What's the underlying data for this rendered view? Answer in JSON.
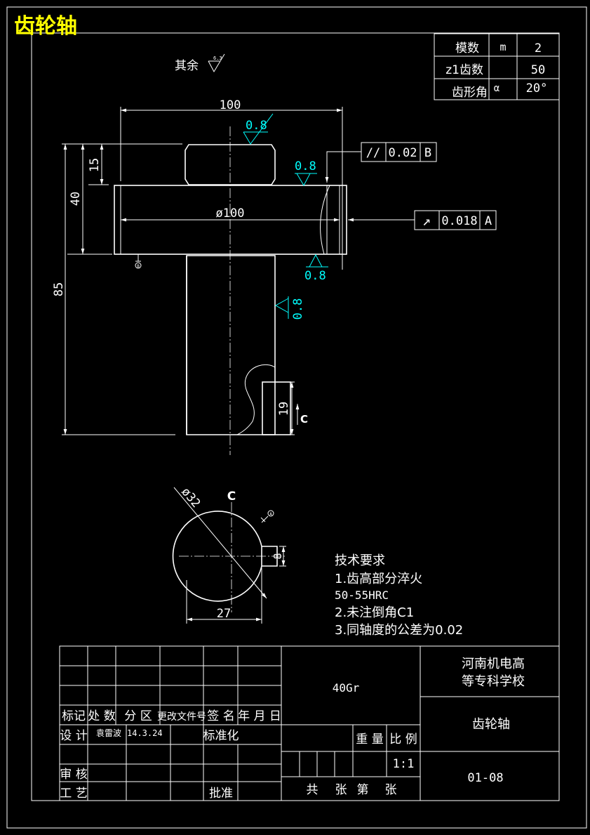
{
  "title": "齿轮轴",
  "roughness_note": {
    "label": "其余",
    "value": "6.3"
  },
  "gear_params": [
    {
      "name": "模数",
      "symbol": "m",
      "value": "2"
    },
    {
      "name": "z1齿数",
      "symbol": "",
      "value": "50"
    },
    {
      "name": "齿形角",
      "symbol": "α",
      "value": "20°"
    }
  ],
  "dimensions": {
    "width": "100",
    "gear_thickness": "40",
    "hub_height": "15",
    "total_length": "85",
    "gear_diameter": "ø100",
    "keyway_length": "19",
    "shaft_diameter": "ø32",
    "keyway_depth": "27",
    "keyway_width": "8"
  },
  "roughness_marks": [
    "0.8",
    "0.8",
    "0.8",
    "0.8"
  ],
  "tolerances": [
    {
      "symbol": "//",
      "value": "0.02",
      "datum": "B"
    },
    {
      "symbol": "↗",
      "value": "0.018",
      "datum": "A"
    }
  ],
  "section_label": "C",
  "datum_labels": {
    "a": "A",
    "b": "B"
  },
  "tech_requirements": {
    "heading": "技术要求",
    "lines": [
      "1.齿高部分淬火",
      "50-55HRC",
      "2.未注倒角C1",
      "3.同轴度的公差为0.02"
    ]
  },
  "title_block": {
    "material": "40Gr",
    "school": [
      "河南机电高",
      "等专科学校"
    ],
    "part_name": "齿轮轴",
    "drawing_no": "01-08",
    "headers": [
      "标记",
      "处 数",
      "分 区",
      "更改文件号",
      "签 名",
      "年 月 日"
    ],
    "design_label": "设 计",
    "designer": "袁雷波",
    "date": "14.3.24",
    "standard_label": "标准化",
    "review_label": "审 核",
    "process_label": "工 艺",
    "approve_label": "批准",
    "weight_label": "重 量",
    "scale_label": "比 例",
    "scale": "1:1",
    "sheets": [
      "共",
      "张",
      "第",
      "张"
    ]
  }
}
